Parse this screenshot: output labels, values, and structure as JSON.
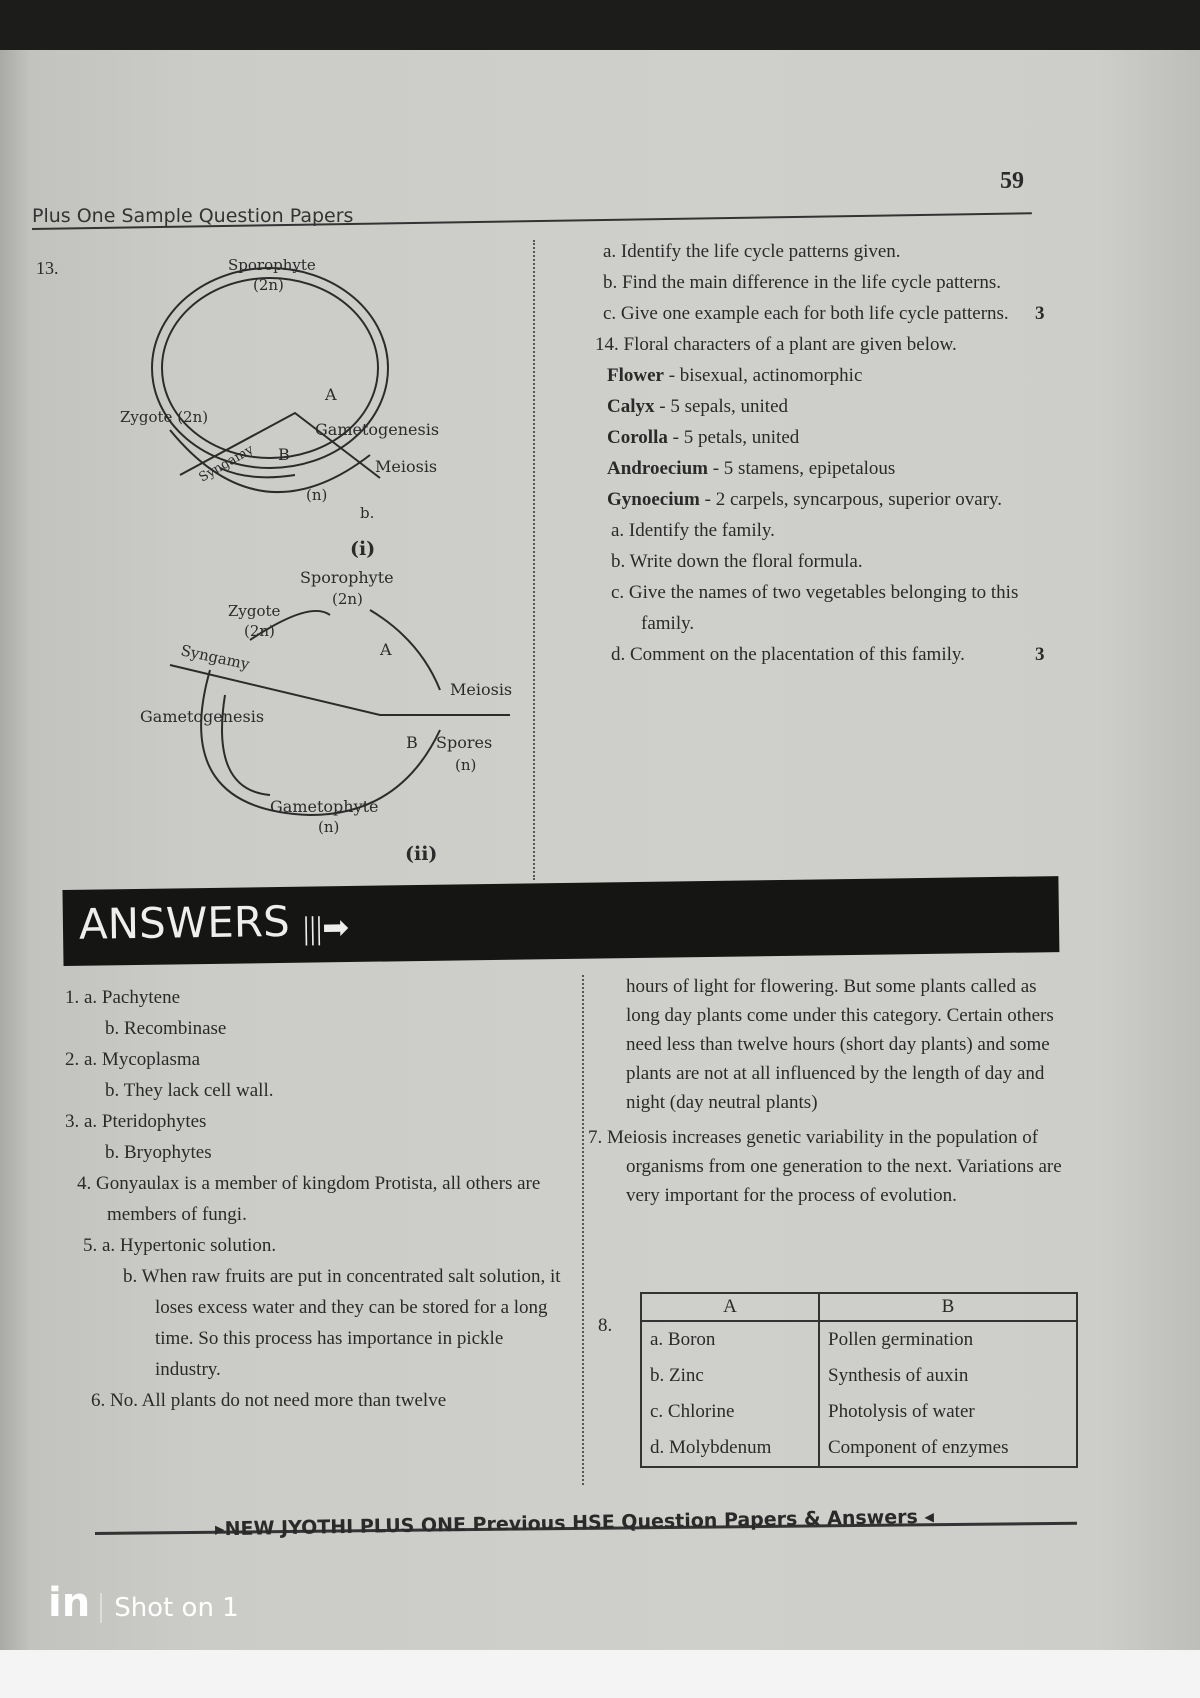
{
  "page_number": "59",
  "header": "Plus One Sample Question Papers",
  "q13": {
    "number": "13.",
    "diagram_i": {
      "sporophyte": "Sporophyte",
      "sporophyte_ploidy": "(2n)",
      "zygote": "Zygote (2n)",
      "syngamy": "Syngamy",
      "a": "A",
      "b": "B",
      "gametogenesis": "Gametogenesis",
      "meiosis": "Meiosis",
      "n": "(n)",
      "b_small": "b.",
      "caption": "(i)"
    },
    "diagram_ii": {
      "sporophyte": "Sporophyte",
      "sporophyte_ploidy": "(2n)",
      "zygote": "Zygote",
      "zygote_ploidy": "(2n)",
      "syngamy": "Syngamy",
      "a": "A",
      "meiosis": "Meiosis",
      "gametogenesis": "Gametogenesis",
      "b": "B",
      "spores": "Spores",
      "spores_ploidy": "(n)",
      "gametophyte": "Gametophyte",
      "gametophyte_ploidy": "(n)",
      "caption": "(ii)"
    },
    "parts": [
      "a.  Identify the life cycle patterns given.",
      "b.  Find the main difference in the life cycle patterns.",
      "c.  Give one example each for both life cycle patterns."
    ],
    "marks": "3"
  },
  "q14": {
    "intro": "14.  Floral characters of a plant are given below.",
    "characters": [
      {
        "label": "Flower",
        "value": " - bisexual, actinomorphic"
      },
      {
        "label": "Calyx",
        "value": " - 5 sepals, united"
      },
      {
        "label": "Corolla",
        "value": " - 5 petals, united"
      },
      {
        "label": "Androecium",
        "value": " - 5 stamens, epipetalous"
      },
      {
        "label": "Gynoecium",
        "value": " - 2 carpels, syncarpous, superior ovary."
      }
    ],
    "parts": [
      "a.  Identify the family.",
      "b.  Write down the floral formula.",
      "c.  Give the names of two vegetables belonging to this family.",
      "d.  Comment on the placentation of this family."
    ],
    "marks": "3"
  },
  "answers_title": "ANSWERS",
  "answers_left": [
    "1.   a.  Pachytene",
    "      b.  Recombinase",
    "2.   a.  Mycoplasma",
    "      b.  They lack cell wall.",
    "3.   a.  Pteridophytes",
    "      b.  Bryophytes",
    "4.   Gonyaulax is a member of kingdom Protista, all others are members of fungi.",
    "5.   a.  Hypertonic solution.",
    "      b.  When raw fruits are put in concentrated salt solution, it loses excess water and they can be stored for a long time. So this process has importance in pickle industry.",
    "6.   No. All plants do not need more than twelve"
  ],
  "answers_right": [
    "hours of light for flowering. But some plants called as long day plants come under this category. Certain others need less than twelve hours (short day plants) and some plants are not at all influenced by the length of day and night (day neutral plants)",
    "7.  Meiosis increases genetic variability in the population of organisms from one generation to the next. Variations are very important for the process of evolution."
  ],
  "q8": {
    "number": "8.",
    "headers": [
      "A",
      "B"
    ],
    "rows": [
      [
        "a.  Boron",
        "Pollen germination"
      ],
      [
        "b.  Zinc",
        "Synthesis of auxin"
      ],
      [
        "c.  Chlorine",
        "Photolysis of water"
      ],
      [
        "d.  Molybdenum",
        "Component of enzymes"
      ]
    ]
  },
  "footer": "▸NEW JYOTHI PLUS ONE Previous HSE Question Papers & Answers ◂",
  "watermark": {
    "logo": "in",
    "text": "Shot on 1"
  }
}
